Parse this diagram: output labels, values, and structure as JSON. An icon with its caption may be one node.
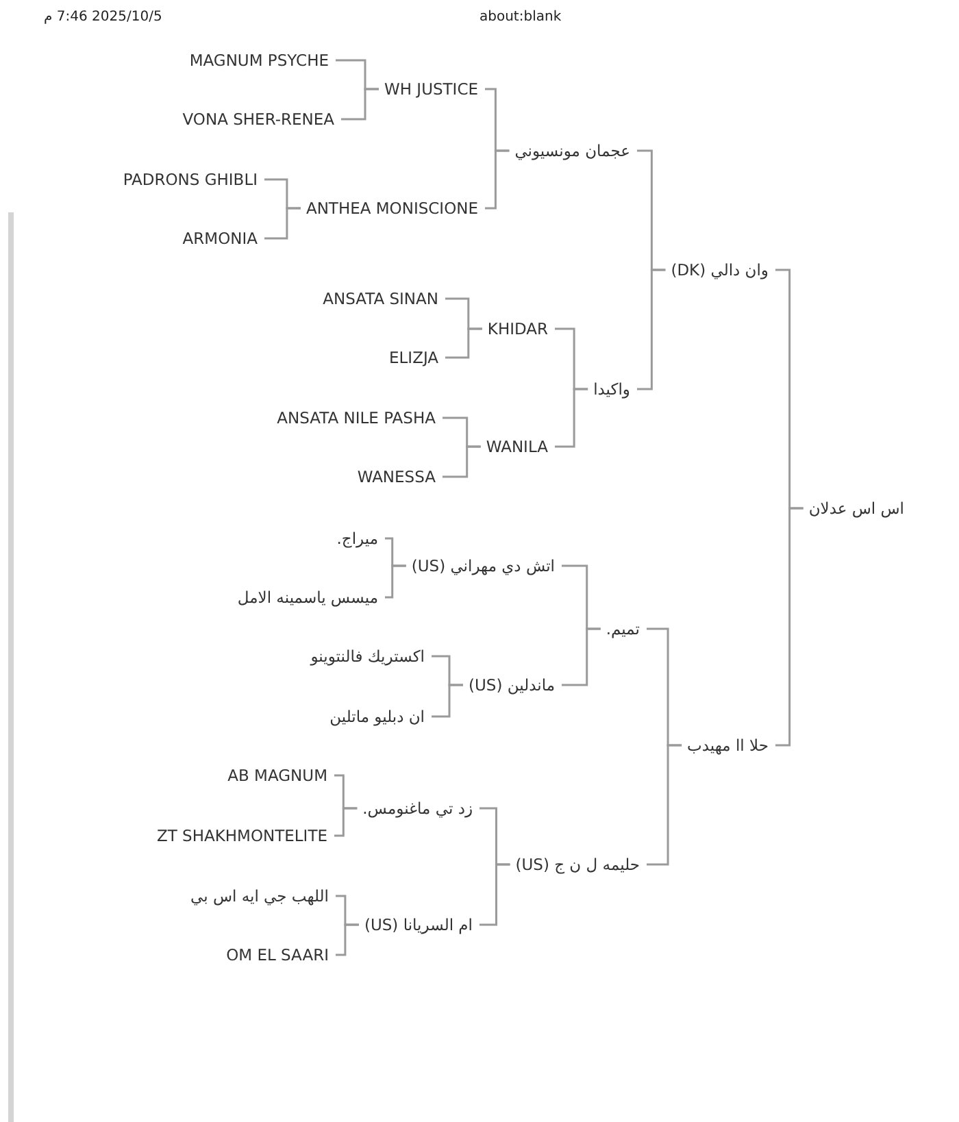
{
  "diagram": {
    "nodes": [
      {
        "text": [
          "اس اس عدلان"
        ]
      },
      {
        "text": [
          "وان دالي (DK)"
        ]
      },
      {
        "text": [
          "عجمان مونسيوني"
        ]
      },
      {
        "text": [
          "WH JUSTICE"
        ]
      },
      {
        "text": [
          "MAGNUM PSYCHE"
        ]
      },
      {
        "text": [
          "VONA SHER-RENEA"
        ]
      },
      {
        "text": [
          "ANTHEA MONISCIONE"
        ]
      },
      {
        "text": [
          "PADRONS GHIBLI"
        ]
      },
      {
        "text": [
          "ARMONIA"
        ]
      },
      {
        "text": [
          "واكيدا"
        ]
      },
      {
        "text": [
          "KHIDAR"
        ]
      },
      {
        "text": [
          "ANSATA SINAN"
        ]
      },
      {
        "text": [
          "ELIZJA"
        ]
      },
      {
        "text": [
          "WANILA"
        ]
      },
      {
        "text": [
          "ANSATA NILE PASHA"
        ]
      },
      {
        "text": [
          "WANESSA"
        ]
      },
      {
        "text": [
          "حلا اا مهيدب"
        ]
      },
      {
        "text": [
          "تميم."
        ]
      },
      {
        "text": [
          "اتش دي مهراني (US)"
        ]
      },
      {
        "text": [
          "ميراج."
        ]
      },
      {
        "text": [
          "ميسس ياسمينه الامل"
        ]
      },
      {
        "text": [
          "ماندلين (US)"
        ]
      },
      {
        "text": [
          "اكستريك فالنتوينو"
        ]
      },
      {
        "text": [
          "ان دبليو ماتلين"
        ]
      },
      {
        "text": [
          "حليمه ل ن ج (US)"
        ]
      },
      {
        "text": [
          "زد تي ماغنومس."
        ]
      },
      {
        "text": [
          "AB MAGNUM"
        ]
      },
      {
        "text": [
          "ZT SHAKHMONTELITE"
        ]
      },
      {
        "text": [
          "ام السريانا (US)"
        ]
      },
      {
        "text": [
          "اللهب جي ايه اس بي"
        ]
      },
      {
        "text": [
          "OM EL SAARI"
        ]
      }
    ],
    "edges": [
      {
        "from": 1,
        "to": 0,
        "arrow": "none"
      },
      {
        "from": 16,
        "to": 0,
        "arrow": "none"
      },
      {
        "from": 2,
        "to": 1,
        "arrow": "none"
      },
      {
        "from": 9,
        "to": 1,
        "arrow": "none"
      },
      {
        "from": 3,
        "to": 2,
        "arrow": "none"
      },
      {
        "from": 6,
        "to": 2,
        "arrow": "none"
      },
      {
        "from": 4,
        "to": 3,
        "arrow": "none"
      },
      {
        "from": 5,
        "to": 3,
        "arrow": "none"
      },
      {
        "from": 7,
        "to": 6,
        "arrow": "none"
      },
      {
        "from": 8,
        "to": 6,
        "arrow": "none"
      },
      {
        "from": 10,
        "to": 9,
        "arrow": "none"
      },
      {
        "from": 13,
        "to": 9,
        "arrow": "none"
      },
      {
        "from": 11,
        "to": 10,
        "arrow": "none"
      },
      {
        "from": 12,
        "to": 10,
        "arrow": "none"
      },
      {
        "from": 14,
        "to": 13,
        "arrow": "none"
      },
      {
        "from": 15,
        "to": 13,
        "arrow": "none"
      },
      {
        "from": 17,
        "to": 16,
        "arrow": "none"
      },
      {
        "from": 24,
        "to": 16,
        "arrow": "none"
      },
      {
        "from": 18,
        "to": 17,
        "arrow": "none"
      },
      {
        "from": 21,
        "to": 17,
        "arrow": "none"
      },
      {
        "from": 19,
        "to": 18,
        "arrow": "none"
      },
      {
        "from": 20,
        "to": 18,
        "arrow": "none"
      },
      {
        "from": 22,
        "to": 21,
        "arrow": "none"
      },
      {
        "from": 23,
        "to": 21,
        "arrow": "none"
      },
      {
        "from": 25,
        "to": 24,
        "arrow": "none"
      },
      {
        "from": 28,
        "to": 24,
        "arrow": "none"
      },
      {
        "from": 26,
        "to": 25,
        "arrow": "none"
      },
      {
        "from": 27,
        "to": 25,
        "arrow": "none"
      },
      {
        "from": 29,
        "to": 28,
        "arrow": "none"
      },
      {
        "from": 30,
        "to": 28,
        "arrow": "none"
      }
    ],
    "labels": [
      "2025/10/5 7:46 م",
      "about:blank"
    ]
  }
}
